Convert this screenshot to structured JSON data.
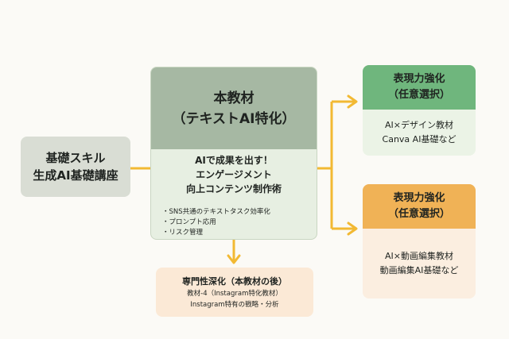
{
  "basic": {
    "line1": "基礎スキル",
    "line2": "生成AI基礎講座"
  },
  "main": {
    "title_line1": "本教材",
    "title_line2": "（テキストAI特化）",
    "subtitle_line1": "AIで成果を出す！",
    "subtitle_line2": "エンゲージメント",
    "subtitle_line3": "向上コンテンツ制作術",
    "bullets": [
      "・SNS共通のテキストタスク効率化",
      "・プロンプト応用",
      "・リスク管理"
    ]
  },
  "right_top": {
    "title_line1": "表現力強化",
    "title_line2": "（任意選択）",
    "body_line1": "AI×デザイン教材",
    "body_line2": "Canva AI基礎など"
  },
  "right_bottom": {
    "title_line1": "表現力強化",
    "title_line2": "（任意選択）",
    "body_line1": "AI×動画編集教材",
    "body_line2": "動画編集AI基礎など"
  },
  "specialization": {
    "title": "専門性深化（本教材の後）",
    "line1": "教材-4（Instagram特化教材）",
    "line2": "Instagram特有の戦略・分析"
  },
  "colors": {
    "connector": "#f2b933",
    "main_header": "#a6b8a3",
    "right_top_header": "#6fb67d",
    "right_bottom_header": "#f0b256"
  }
}
